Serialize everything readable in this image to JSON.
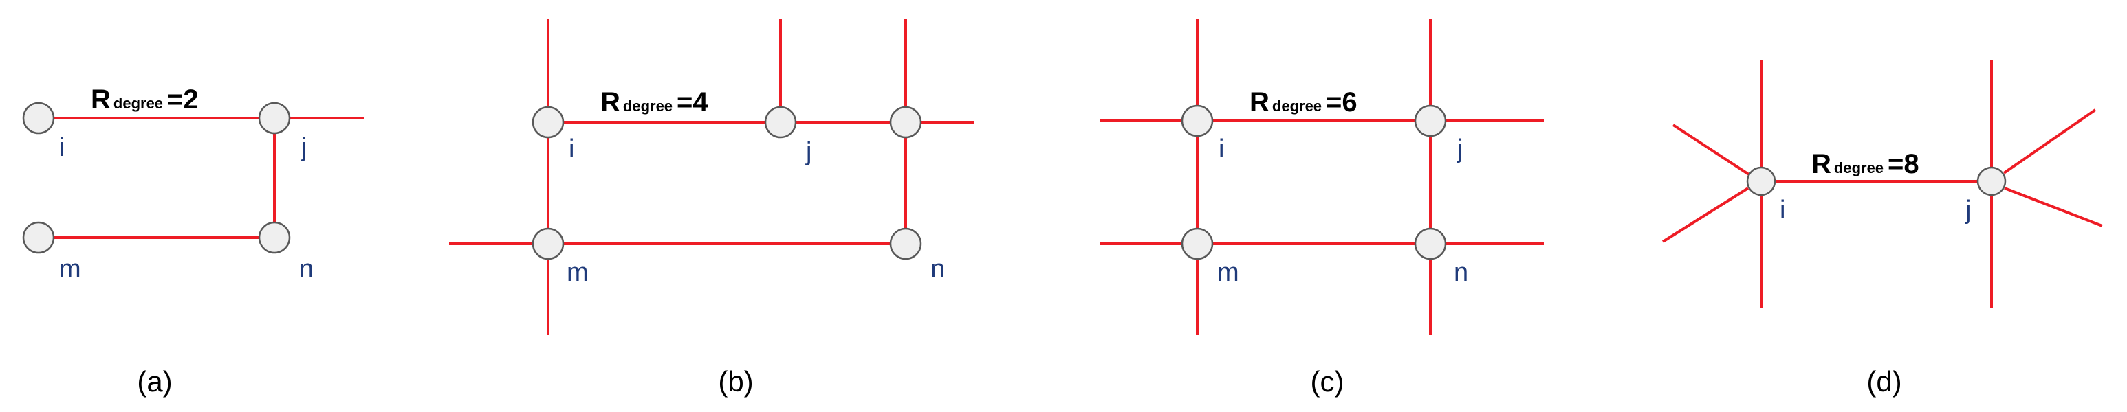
{
  "colors": {
    "edge": "#ee1c25",
    "node_fill": "#efefef",
    "node_stroke": "#595959",
    "label": "#1f3a7a"
  },
  "panels": [
    {
      "caption": "(a)",
      "title": {
        "main": "R",
        "sub": "degree",
        "value": "=2"
      },
      "nodes": [
        {
          "id": "i",
          "label": "i"
        },
        {
          "id": "j",
          "label": "j"
        },
        {
          "id": "m",
          "label": "m"
        },
        {
          "id": "n",
          "label": "n"
        }
      ]
    },
    {
      "caption": "(b)",
      "title": {
        "main": "R",
        "sub": "degree",
        "value": "=4"
      },
      "nodes": [
        {
          "id": "i",
          "label": "i"
        },
        {
          "id": "j",
          "label": "j"
        },
        {
          "id": "m",
          "label": "m"
        },
        {
          "id": "n",
          "label": "n"
        }
      ]
    },
    {
      "caption": "(c)",
      "title": {
        "main": "R",
        "sub": "degree",
        "value": "=6"
      },
      "nodes": [
        {
          "id": "i",
          "label": "i"
        },
        {
          "id": "j",
          "label": "j"
        },
        {
          "id": "m",
          "label": "m"
        },
        {
          "id": "n",
          "label": "n"
        }
      ]
    },
    {
      "caption": "(d)",
      "title": {
        "main": "R",
        "sub": "degree",
        "value": "=8"
      },
      "nodes": [
        {
          "id": "i",
          "label": "i"
        },
        {
          "id": "j",
          "label": "j"
        }
      ]
    }
  ]
}
